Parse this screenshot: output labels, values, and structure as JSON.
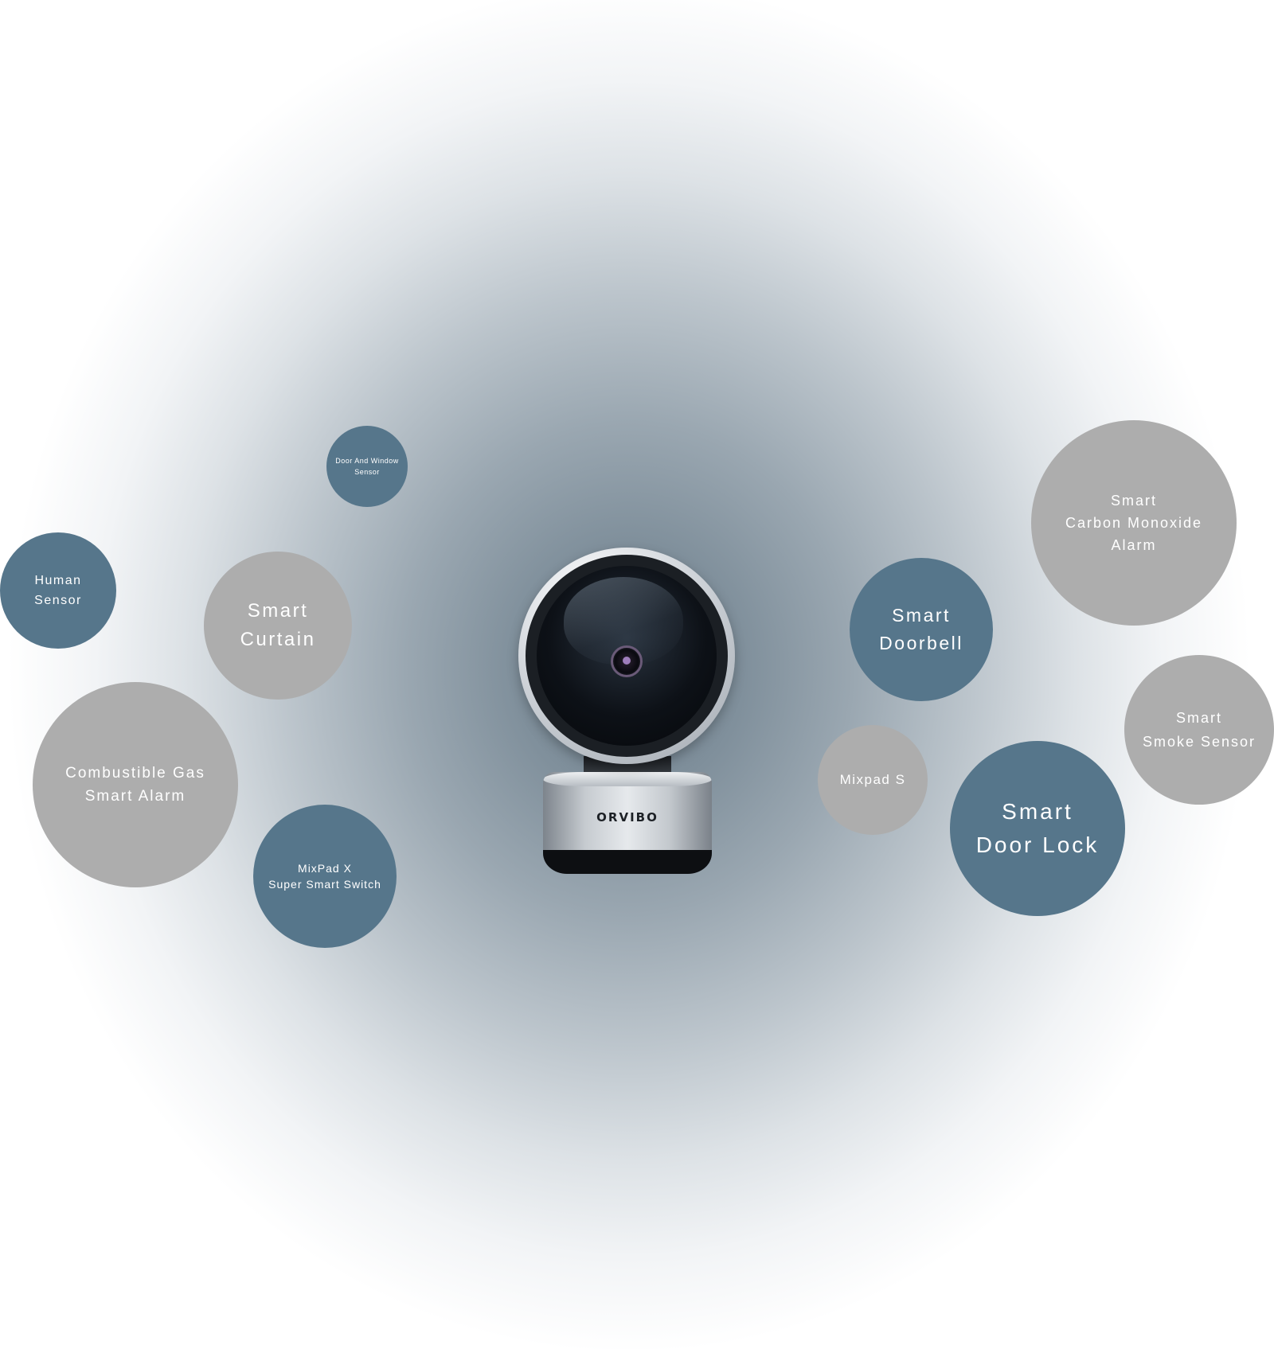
{
  "brand": "ORVIBO",
  "colors": {
    "blue_bubble": "#56768b",
    "grey_bubble": "#adadad",
    "glow_center": "#6e7f8c"
  },
  "devices": {
    "door_window_sensor": "Door And Window\nSensor",
    "human_sensor": "Human\nSensor",
    "smart_curtain": "Smart\nCurtain",
    "combustible_gas_alarm": "Combustible Gas\nSmart Alarm",
    "mixpad_x": "MixPad X\nSuper Smart Switch",
    "smart_doorbell": "Smart\nDoorbell",
    "carbon_monoxide_alarm": "Smart\nCarbon Monoxide\nAlarm",
    "smoke_sensor": "Smart\nSmoke Sensor",
    "mixpad_s": "Mixpad S",
    "smart_door_lock": "Smart\nDoor Lock"
  }
}
